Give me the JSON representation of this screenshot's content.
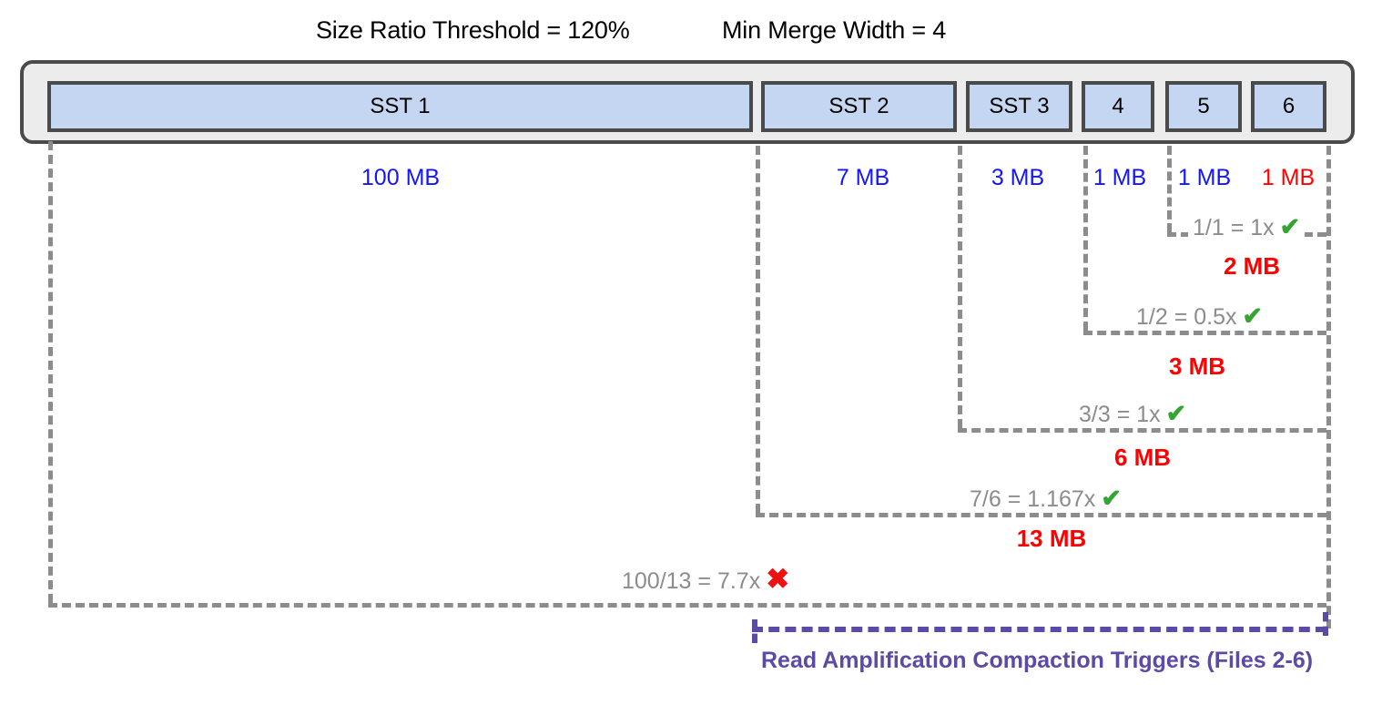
{
  "params": {
    "size_ratio": "Size Ratio Threshold = 120%",
    "min_merge_width": "Min Merge Width = 4"
  },
  "level": {
    "files": [
      {
        "label": "SST 1",
        "size": "100 MB",
        "size_color": "#1414ff"
      },
      {
        "label": "SST 2",
        "size": "7 MB",
        "size_color": "#1414ff"
      },
      {
        "label": "SST 3",
        "size": "3 MB",
        "size_color": "#1414ff"
      },
      {
        "label": "4",
        "size": "1 MB",
        "size_color": "#1414ff"
      },
      {
        "label": "5",
        "size": "1 MB",
        "size_color": "#1414ff"
      },
      {
        "label": "6",
        "size": "1 MB",
        "size_color": "#ff0000"
      }
    ]
  },
  "steps": [
    {
      "ratio": "1/1 = 1x",
      "mark": "✔",
      "mark_kind": "ok",
      "merged": "2 MB"
    },
    {
      "ratio": "1/2 = 0.5x",
      "mark": "✔",
      "mark_kind": "ok",
      "merged": "3 MB"
    },
    {
      "ratio": "3/3 = 1x",
      "mark": "✔",
      "mark_kind": "ok",
      "merged": "6 MB"
    },
    {
      "ratio": "7/6 = 1.167x",
      "mark": "✔",
      "mark_kind": "ok",
      "merged": "13 MB"
    },
    {
      "ratio": "100/13 = 7.7x",
      "mark": "✖",
      "mark_kind": "no",
      "merged": ""
    }
  ],
  "read_amplification": {
    "label": "Read Amplification Compaction Triggers (Files 2-6)",
    "color": "#5b4aa6"
  },
  "colors": {
    "sst_fill": "#c5d6f2",
    "sst_border": "#4a4a4a",
    "container_fill": "#ececec",
    "size_blue": "#1414ff",
    "size_red": "#ff0000",
    "dash_grey": "#8c8c8c",
    "check_green": "#34a532",
    "cross_red": "#ee1111",
    "purple": "#5b4aa6"
  }
}
